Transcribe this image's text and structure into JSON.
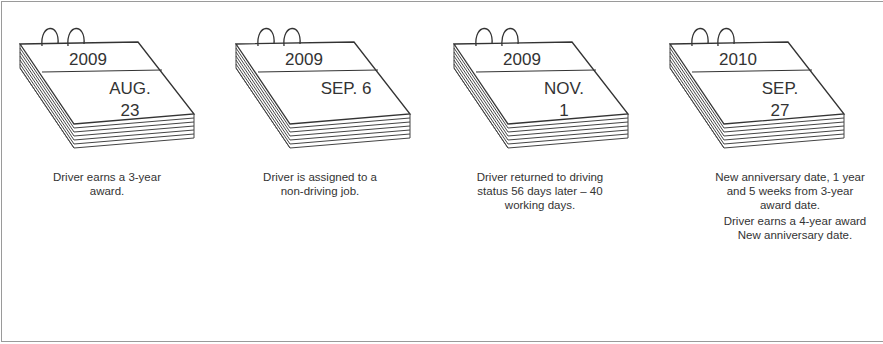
{
  "diagram": {
    "nodes": [
      {
        "text": [
          "2009",
          "AUG. 23"
        ]
      },
      {
        "text": [
          "2009",
          "SEP. 6"
        ]
      },
      {
        "text": [
          "2009",
          "NOV. 1"
        ]
      },
      {
        "text": [
          "2010",
          "SEP. 27"
        ]
      }
    ],
    "labels": [
      "Driver earns a 3-year award.",
      "Driver is assigned to a non-driving job.",
      "Driver returned to driving status 56 days later – 40 working days.",
      "New anniversary date, 1 year and 5 weeks from 3-year award date.",
      "Driver earns a 4-year award New anniversary date."
    ]
  }
}
